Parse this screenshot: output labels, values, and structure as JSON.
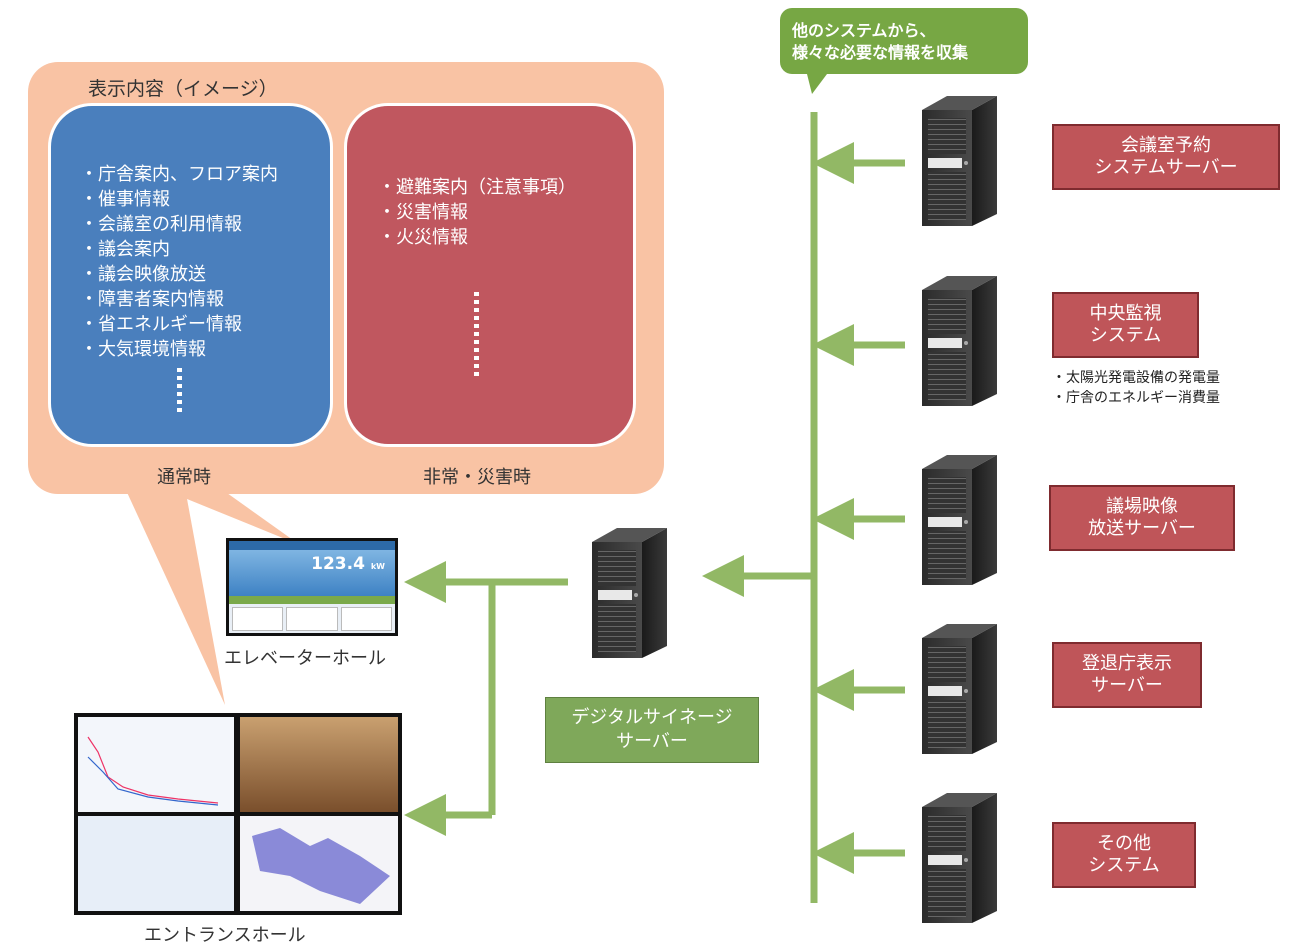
{
  "display_panel": {
    "title": "表示内容（イメージ）",
    "normal": {
      "items": [
        "庁舎案内、フロア案内",
        "催事情報",
        "会議室の利用情報",
        "議会案内",
        "議会映像放送",
        "障害者案内情報",
        "省エネルギー情報",
        "大気環境情報"
      ],
      "caption": "通常時"
    },
    "emergency": {
      "items": [
        "避難案内（注意事項）",
        "災害情報",
        "火災情報"
      ],
      "caption": "非常・災害時"
    }
  },
  "info_callout": {
    "line1": "他のシステムから、",
    "line2": "様々な必要な情報を収集"
  },
  "systems": [
    {
      "line1": "会議室予約",
      "line2": "システムサーバー"
    },
    {
      "line1": "中央監視",
      "line2": "システム"
    },
    {
      "line1": "議場映像",
      "line2": "放送サーバー"
    },
    {
      "line1": "登退庁表示",
      "line2": "サーバー"
    },
    {
      "line1": "その他",
      "line2": "システム"
    }
  ],
  "monitoring_notes": [
    "太陽光発電設備の発電量",
    "庁舎のエネルギー消費量"
  ],
  "signage_server": {
    "line1": "デジタルサイネージ",
    "line2": "サーバー"
  },
  "elevator_hall": {
    "label": "エレベーターホール",
    "screen_value": "123.4",
    "screen_unit": "kW"
  },
  "entrance_hall": {
    "label": "エントランスホール"
  },
  "colors": {
    "panel": "#f9c3a4",
    "normal": "#4a7fbd",
    "emergency": "#c0575f",
    "connector": "#92b865",
    "system_label": "#bf5559",
    "signage_label": "#7fa85a"
  }
}
